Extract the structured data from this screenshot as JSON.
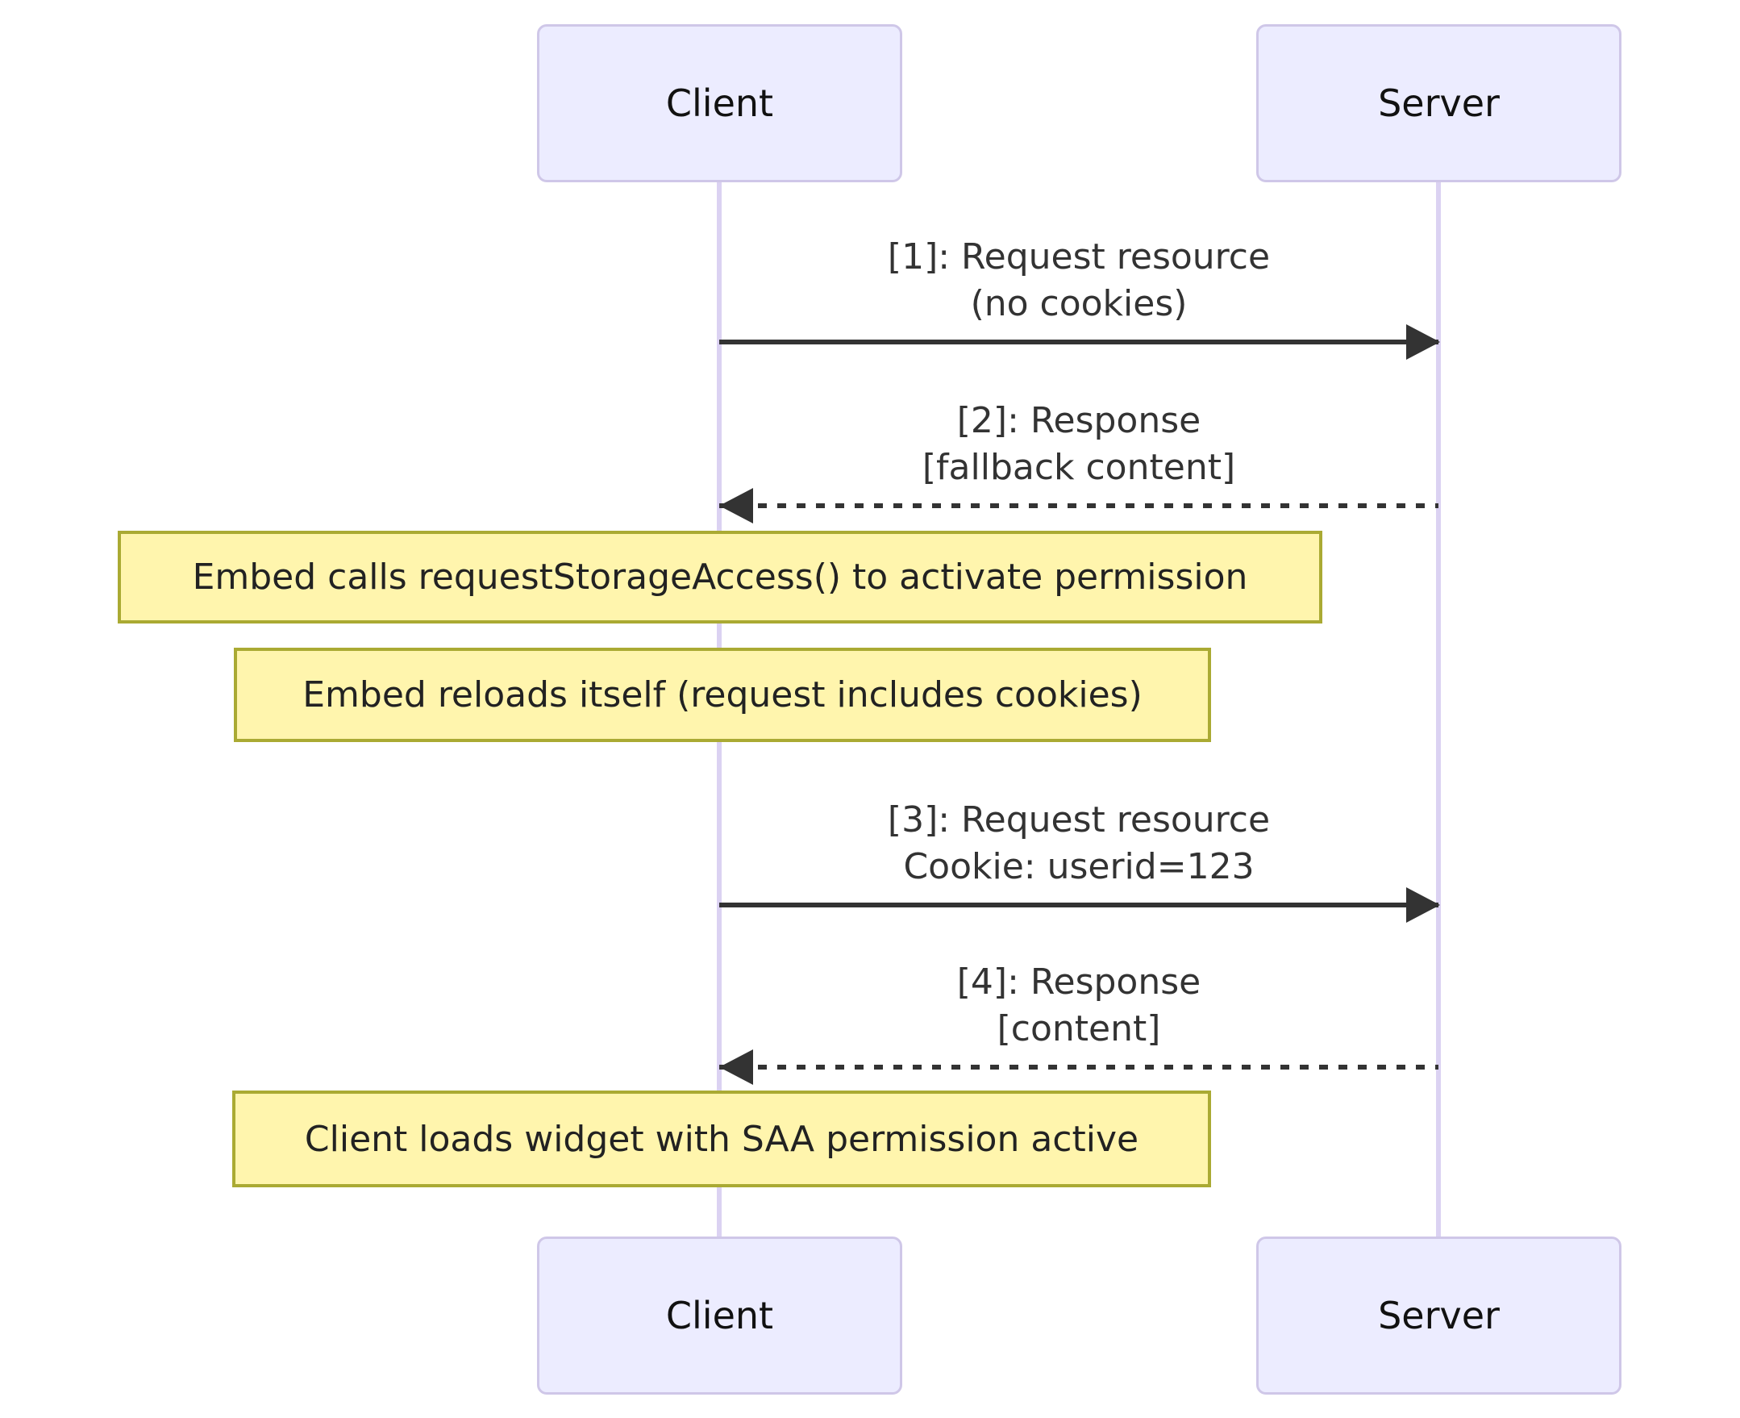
{
  "diagram": {
    "type": "sequence",
    "actors": {
      "client": {
        "label": "Client"
      },
      "server": {
        "label": "Server"
      }
    },
    "messages": [
      {
        "num": "1",
        "line1": "[1]: Request resource",
        "line2": "(no cookies)",
        "style": "solid",
        "direction": "right",
        "from": "Client",
        "to": "Server"
      },
      {
        "num": "2",
        "line1": "[2]: Response",
        "line2": "[fallback content]",
        "style": "dashed",
        "direction": "left",
        "from": "Server",
        "to": "Client"
      },
      {
        "num": "3",
        "line1": "[3]: Request resource",
        "line2": "Cookie: userid=123",
        "style": "solid",
        "direction": "right",
        "from": "Client",
        "to": "Server"
      },
      {
        "num": "4",
        "line1": "[4]: Response",
        "line2": "[content]",
        "style": "dashed",
        "direction": "left",
        "from": "Server",
        "to": "Client"
      }
    ],
    "notes": [
      {
        "text": "Embed calls requestStorageAccess() to activate permission"
      },
      {
        "text": "Embed reloads itself (request includes cookies)"
      },
      {
        "text": "Client loads widget with SAA permission active"
      }
    ],
    "colors": {
      "actor_fill": "#ECECFF",
      "actor_border": "#CFC7E8",
      "lifeline": "#DBD2F2",
      "note_fill": "#FFF5AD",
      "note_border": "#AAAA33",
      "message": "#333333",
      "background": "#FFFFFF"
    }
  }
}
